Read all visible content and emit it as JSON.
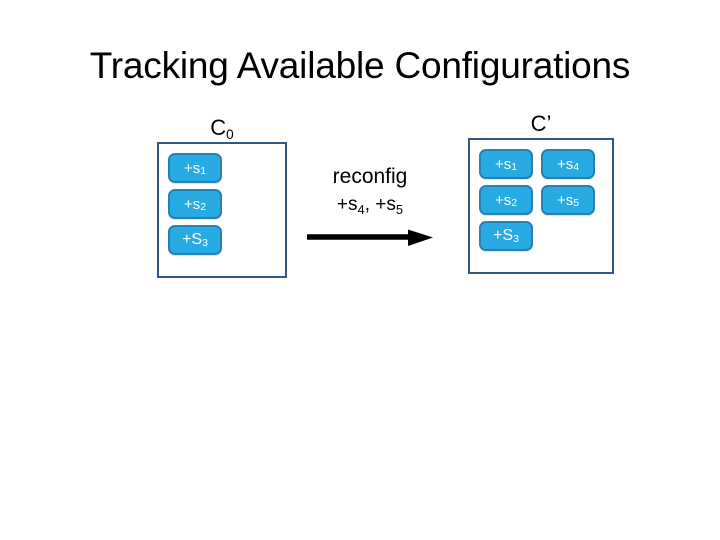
{
  "slide": {
    "title": "Tracking Available Configurations",
    "background_color": "#ffffff"
  },
  "colors": {
    "chip_fill": "#28ABE2",
    "chip_border": "#2A7FB5",
    "chip_text": "#ffffff",
    "box_border": "#33587E",
    "text": "#000000",
    "arrow": "#000000"
  },
  "configurations": [
    {
      "id": "c0",
      "label_base": "C",
      "label_sub": "0",
      "label_full": "C0",
      "columns": [
        {
          "chips": [
            {
              "prefix": "+s",
              "sub": "1",
              "full": "+s1",
              "capital": false
            },
            {
              "prefix": "+s",
              "sub": "2",
              "full": "+s2",
              "capital": false
            },
            {
              "prefix": "+S",
              "sub": "3",
              "full": "+S3",
              "capital": true
            }
          ]
        }
      ]
    },
    {
      "id": "cprime",
      "label_base": "C",
      "label_sub": "",
      "label_full": "C’",
      "columns": [
        {
          "chips": [
            {
              "prefix": "+s",
              "sub": "1",
              "full": "+s1",
              "capital": false
            },
            {
              "prefix": "+s",
              "sub": "2",
              "full": "+s2",
              "capital": false
            },
            {
              "prefix": "+S",
              "sub": "3",
              "full": "+S3",
              "capital": true
            }
          ]
        },
        {
          "chips": [
            {
              "prefix": "+s",
              "sub": "4",
              "full": "+s4",
              "capital": false
            },
            {
              "prefix": "+s",
              "sub": "5",
              "full": "+s5",
              "capital": false
            }
          ]
        }
      ]
    }
  ],
  "transition": {
    "title": "reconfig",
    "ops_prefix_a": "+s",
    "ops_sub_a": "4",
    "ops_separator": ", ",
    "ops_prefix_b": "+s",
    "ops_sub_b": "5",
    "ops_full": "+s4, +s5",
    "arrow_icon": "arrow-right-icon",
    "arrow_direction": "right"
  }
}
